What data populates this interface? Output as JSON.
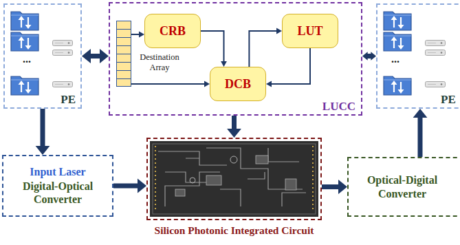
{
  "diagram": {
    "nodes": [
      {
        "text": [
          "...",
          "PE"
        ]
      },
      {
        "text": [
          "LUCC"
        ]
      },
      {
        "text": [
          "CRB"
        ],
        "in": 1
      },
      {
        "text": [
          "LUT"
        ],
        "in": 1
      },
      {
        "text": [
          "DCB"
        ],
        "in": 1
      },
      {
        "text": [
          "Destination Array"
        ],
        "in": 1
      },
      {
        "text": [
          "...",
          "PE"
        ]
      },
      {
        "text": [
          "Input Laser",
          "Digital-Optical Converter"
        ]
      },
      {
        "text": [
          "Silicon Photonic Integrated Circuit"
        ]
      },
      {
        "text": [
          "Optical-Digital Converter"
        ]
      }
    ],
    "edges": [
      {
        "from": 0,
        "to": 1,
        "arrow": "both"
      },
      {
        "from": 1,
        "to": 6,
        "arrow": "both"
      },
      {
        "from": 5,
        "to": 2,
        "arrow": "to"
      },
      {
        "from": 5,
        "to": 4,
        "arrow": "to"
      },
      {
        "from": 2,
        "to": 4,
        "arrow": "to"
      },
      {
        "from": 4,
        "to": 3,
        "arrow": "to"
      },
      {
        "from": 3,
        "to": 4,
        "arrow": "to"
      },
      {
        "from": 0,
        "to": 7,
        "arrow": "to"
      },
      {
        "from": 1,
        "to": 8,
        "arrow": "to"
      },
      {
        "from": 7,
        "to": 8,
        "arrow": "to"
      },
      {
        "from": 8,
        "to": 9,
        "arrow": "to"
      },
      {
        "from": 9,
        "to": 6,
        "arrow": "to"
      }
    ]
  }
}
